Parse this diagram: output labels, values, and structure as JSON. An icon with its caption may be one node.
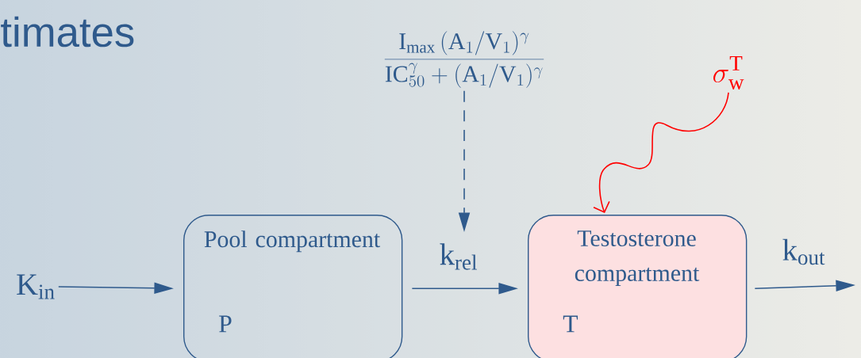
{
  "diagram": {
    "title": "timates",
    "nodes": [
      {
        "text": [
          "K$_{in}$"
        ]
      },
      {
        "text": [
          "Pool compartment",
          "P"
        ]
      },
      {
        "text": [
          "Testosterone compartment",
          "T"
        ]
      },
      {
        "text": [
          "\\frac{\\mathrm{I}_{\\mathrm{max}}\\,(\\mathrm{A}_1/\\mathrm{V}_1)^{\\gamma}}{\\mathrm{IC}_{50}^{\\gamma}+(\\mathrm{A}_1/\\mathrm{V}_1)^{\\gamma}}"
        ]
      },
      {
        "text": [
          "\\sigma_{\\mathrm{w}}^{\\mathrm{T}}"
        ]
      }
    ],
    "edges": [
      {
        "from": 0,
        "to": 1,
        "arrow": "to"
      },
      {
        "from": 1,
        "to": 2,
        "arrow": "to",
        "label": "k$_{rel}$"
      },
      {
        "from": 2,
        "to": null,
        "arrow": "to",
        "label": "k$_{out}$"
      },
      {
        "from": 3,
        "to": null,
        "arrow": "to",
        "style": "dashed"
      },
      {
        "from": 4,
        "to": 2,
        "arrow": "to",
        "color": "#ff0000"
      }
    ]
  }
}
